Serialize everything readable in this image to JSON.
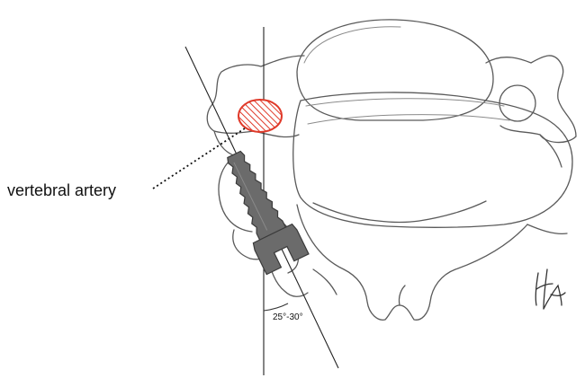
{
  "labels": {
    "vertebral_artery": "vertebral artery",
    "angle": "25°-30°"
  },
  "colors": {
    "artery_stroke": "#e03a2a",
    "screw_fill": "#6b6b6b",
    "bone_line": "#5a5a5a"
  },
  "icons": {
    "signature": "artist-signature"
  }
}
